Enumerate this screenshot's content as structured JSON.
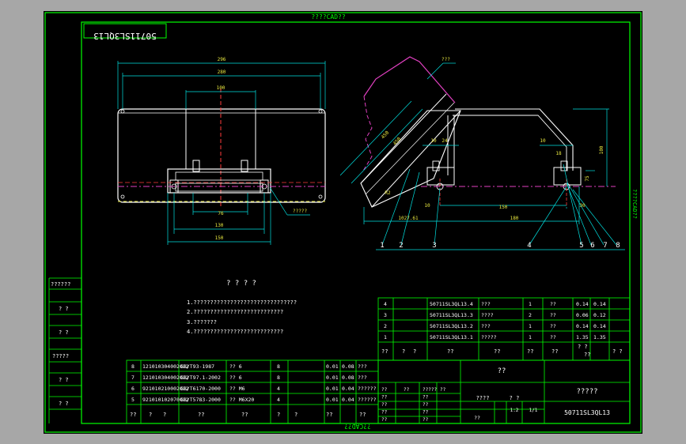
{
  "frame": {
    "top_label": "????CAD??",
    "bottom_label": "??CAD??",
    "right_label": "????CAD??"
  },
  "drawing_code_box": "50711SL3QL13",
  "front_view_dims": [
    "296",
    "280",
    "100",
    "76",
    "130",
    "150"
  ],
  "front_view_callout": "?????",
  "side_view_dims": [
    "450",
    "450",
    "10",
    "24",
    "10",
    "100",
    "75",
    "18",
    "30",
    "10",
    "150",
    "180",
    "R2",
    "1027.61"
  ],
  "side_view_callout": "???",
  "balloons": [
    "1",
    "2",
    "3",
    "4",
    "5",
    "6",
    "7",
    "8"
  ],
  "notes": {
    "title": "? ? ? ?",
    "items": [
      "1.???????????????????????????????",
      "2.???????????????????????????",
      "3.???????",
      "4.???????????????????????????"
    ]
  },
  "parts_list_right": {
    "rows": [
      [
        "4",
        "50711SL3QL13.4",
        "???",
        "1",
        "??",
        "0.14",
        "0.14"
      ],
      [
        "3",
        "50711SL3QL13.3",
        "????",
        "2",
        "??",
        "0.06",
        "0.12"
      ],
      [
        "2",
        "50711SL3QL13.2",
        "???",
        "1",
        "??",
        "0.14",
        "0.14"
      ],
      [
        "1",
        "50711SL3QL13.1",
        "?????",
        "1",
        "??",
        "1.35",
        "1.35"
      ]
    ],
    "header": [
      "??",
      "?",
      "?",
      "??",
      "??",
      "??",
      "??",
      "? ?",
      "??",
      "? ?"
    ]
  },
  "parts_list_left": {
    "rows": [
      [
        "8",
        "121010304002012",
        "GB/T93-1987",
        "?? 6",
        "8",
        "",
        "0.01",
        "0.08",
        "???"
      ],
      [
        "7",
        "121010304002012",
        "GB/T97.1-2002",
        "?? 6",
        "8",
        "",
        "0.01",
        "0.08",
        "???"
      ],
      [
        "6",
        "921010210002012",
        "GB/T6170-2000",
        "?? M6",
        "4",
        "",
        "0.01",
        "0.04",
        "??????"
      ],
      [
        "5",
        "921010102070012",
        "GB/T5783-2000",
        "?? M6X20",
        "4",
        "",
        "0.01",
        "0.04",
        "??????"
      ]
    ],
    "header": [
      "??",
      "?",
      "?",
      "??",
      "??",
      "?",
      "?",
      "??",
      "??"
    ]
  },
  "side_column": [
    "??????",
    "? ?",
    "? ?",
    "?????",
    "? ?",
    "? ?"
  ],
  "title_block": {
    "center_title": "??",
    "material": "?????",
    "code": "50711SL3QL13",
    "scale": "1:2",
    "sheet": "1/1",
    "sign_rows": [
      [
        "??",
        "??",
        "?????",
        "??"
      ],
      [
        "??",
        "",
        "??",
        ""
      ],
      [
        "??",
        "",
        "??",
        ""
      ],
      [
        "??",
        "",
        "??",
        ""
      ],
      [
        "??",
        "",
        "??",
        ""
      ]
    ],
    "stage": "????",
    "extra": "? ?",
    "count": "??"
  },
  "colors": {
    "outline": "#00c800",
    "draw": "#ffffff",
    "dim": "#00e0e0",
    "red": "#ff3c3c",
    "magenta": "#e040c0",
    "yellow": "#e8e840",
    "frame": "#00ff00"
  }
}
